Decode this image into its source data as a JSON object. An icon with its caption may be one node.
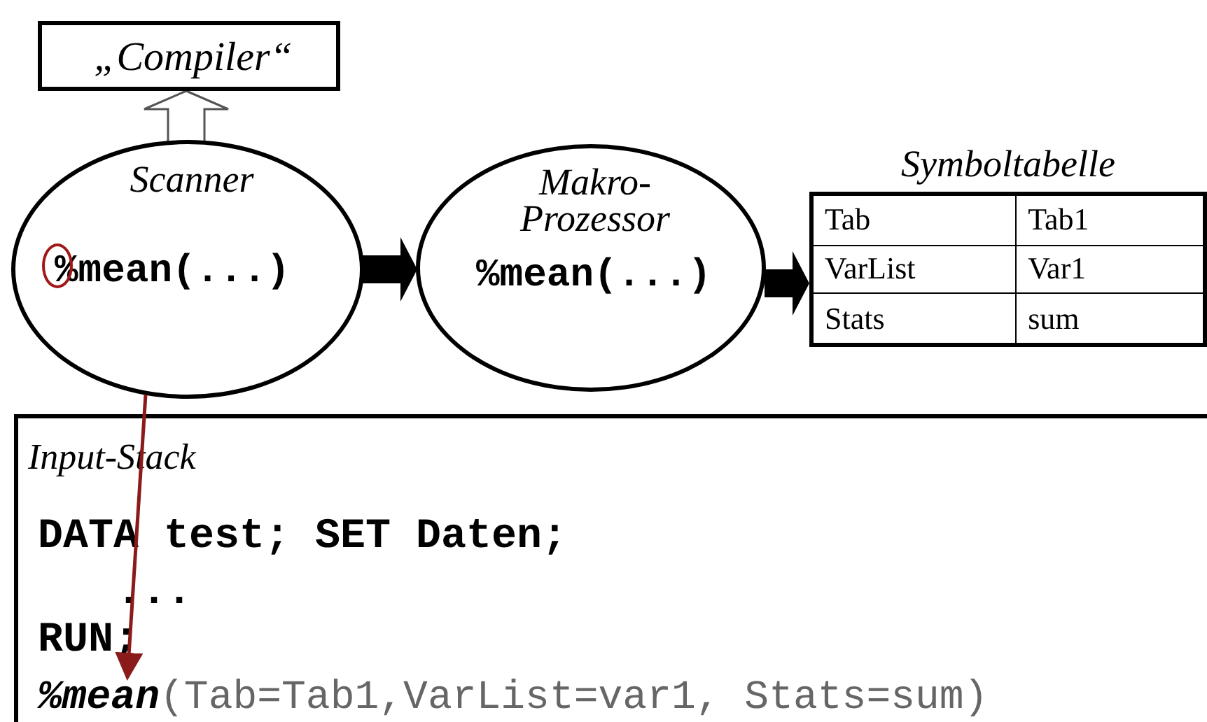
{
  "diagram": {
    "nodes": [
      {
        "text": [
          "„Compiler“"
        ]
      },
      {
        "text": [
          "Scanner",
          "%mean(...)"
        ]
      },
      {
        "text": [
          "Makro- Prozessor",
          "%mean(...)"
        ]
      },
      {
        "text": [
          "Symboltabelle"
        ]
      },
      {
        "text": [
          "Input-Stack",
          "DATA test; SET Daten;",
          "...",
          "RUN;"
        ]
      },
      {
        "text": [
          "**%mean**(Tab=Tab1,VarList=var1, Stats=sum)"
        ],
        "in": 4
      }
    ],
    "edges": [
      {
        "from": 1,
        "to": 0,
        "arrow": "to"
      },
      {
        "from": 1,
        "to": 2,
        "arrow": "to",
        "style": "thick"
      },
      {
        "from": 2,
        "to": 3,
        "arrow": "to",
        "style": "thick"
      },
      {
        "from": 1,
        "to": 5,
        "arrow": "to",
        "color": "#8b1a1a"
      }
    ],
    "labels": [
      "Tab",
      "Tab1",
      "VarList",
      "Var1",
      "Stats",
      "sum"
    ]
  }
}
